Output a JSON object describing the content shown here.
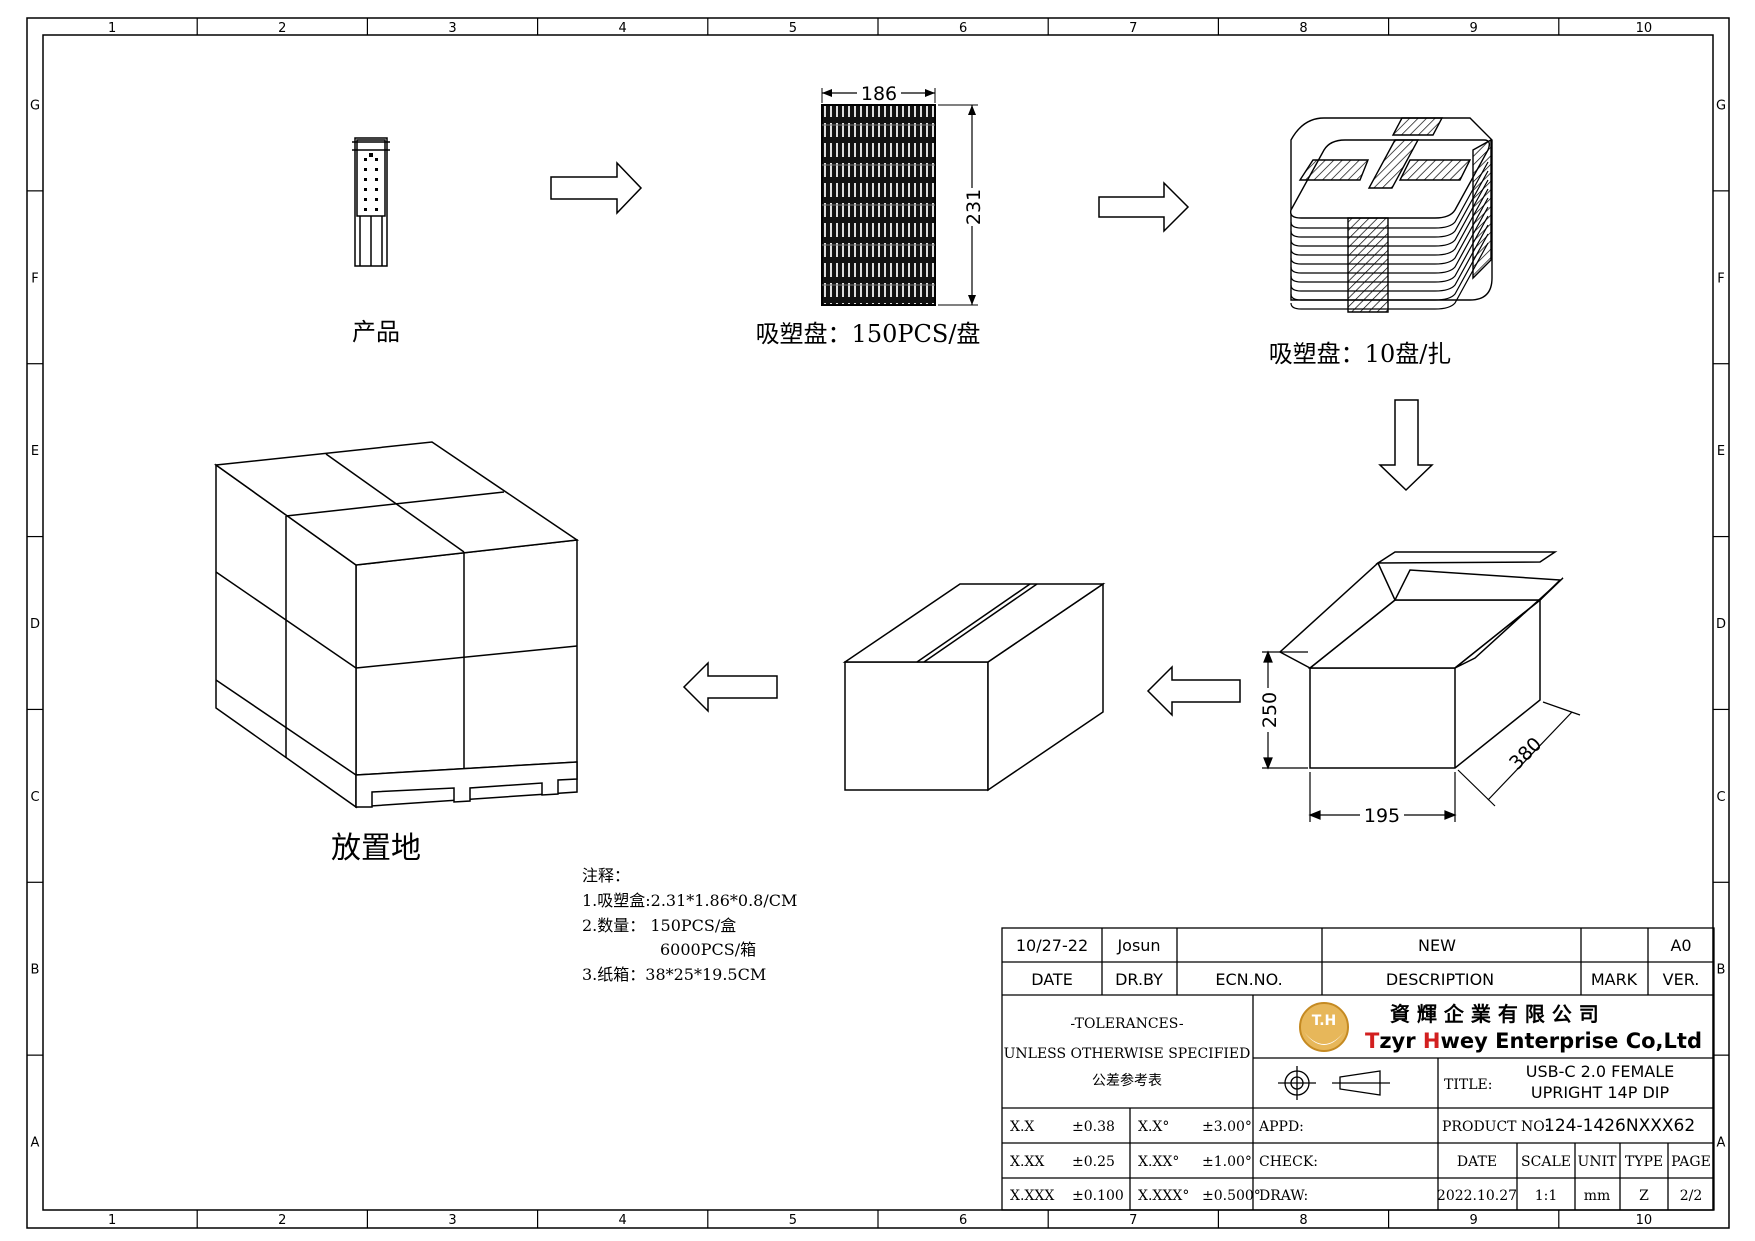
{
  "border": {
    "col_labels": [
      "1",
      "2",
      "3",
      "4",
      "5",
      "6",
      "7",
      "8",
      "9",
      "10"
    ],
    "row_labels": [
      "G",
      "F",
      "E",
      "D",
      "C",
      "B",
      "A"
    ]
  },
  "steps": {
    "product_label": "产品",
    "tray_label": "吸塑盘：150PCS/盘",
    "bundle_label": "吸塑盘：10盘/扎",
    "pallet_label": "放置地"
  },
  "dimensions": {
    "tray_width": "186",
    "tray_height": "231",
    "box_height": "250",
    "box_width": "195",
    "box_depth": "380"
  },
  "notes": {
    "title": "注释：",
    "line1": "1.吸塑盒:2.31*1.86*0.8/CM",
    "line2": "2.数量： 150PCS/盒",
    "line2b": "6000PCS/箱",
    "line3": "3.纸箱：38*25*19.5CM"
  },
  "title_block": {
    "rev_date": "10/27-22",
    "rev_drawn_by": "Josun",
    "rev_ecn": "",
    "rev_description": "NEW",
    "rev_mark": "",
    "rev_version": "A0",
    "hdr_date": "DATE",
    "hdr_drby": "DR.BY",
    "hdr_ecn": "ECN.NO.",
    "hdr_description": "DESCRIPTION",
    "hdr_mark": "MARK",
    "hdr_ver": "VER.",
    "tol_title": "-TOLERANCES-",
    "tol_sub": "UNLESS OTHERWISE SPECIFIED",
    "tol_cn": "公差参考表",
    "tol_rows": [
      {
        "a": "X.X",
        "b": "±0.38",
        "c": "X.X°",
        "d": "±3.00°"
      },
      {
        "a": "X.XX",
        "b": "±0.25",
        "c": "X.XX°",
        "d": "±1.00°"
      },
      {
        "a": "X.XXX",
        "b": "±0.100",
        "c": "X.XXX°",
        "d": "±0.500°"
      }
    ],
    "logo_text": "T.H",
    "company_cn": "資 輝 企 業 有 限 公 司",
    "company_en_t": "T",
    "company_en_1": "zyr ",
    "company_en_h": "H",
    "company_en_2": "wey Enterprise Co,Ltd",
    "title_label": "TITLE:",
    "title_line1": "USB-C 2.0 FEMALE",
    "title_line2": "UPRIGHT 14P DIP",
    "appd_label": "APPD:",
    "product_no_label": "PRODUCT NO:",
    "product_no": "124-1426NXXX62",
    "check_label": "CHECK:",
    "draw_label": "DRAW:",
    "col_date": "DATE",
    "col_scale": "SCALE",
    "col_unit": "UNIT",
    "col_type": "TYPE",
    "col_page": "PAGE",
    "val_date": "2022.10.27",
    "val_scale": "1:1",
    "val_unit": "mm",
    "val_type": "Z",
    "val_page": "2/2"
  }
}
